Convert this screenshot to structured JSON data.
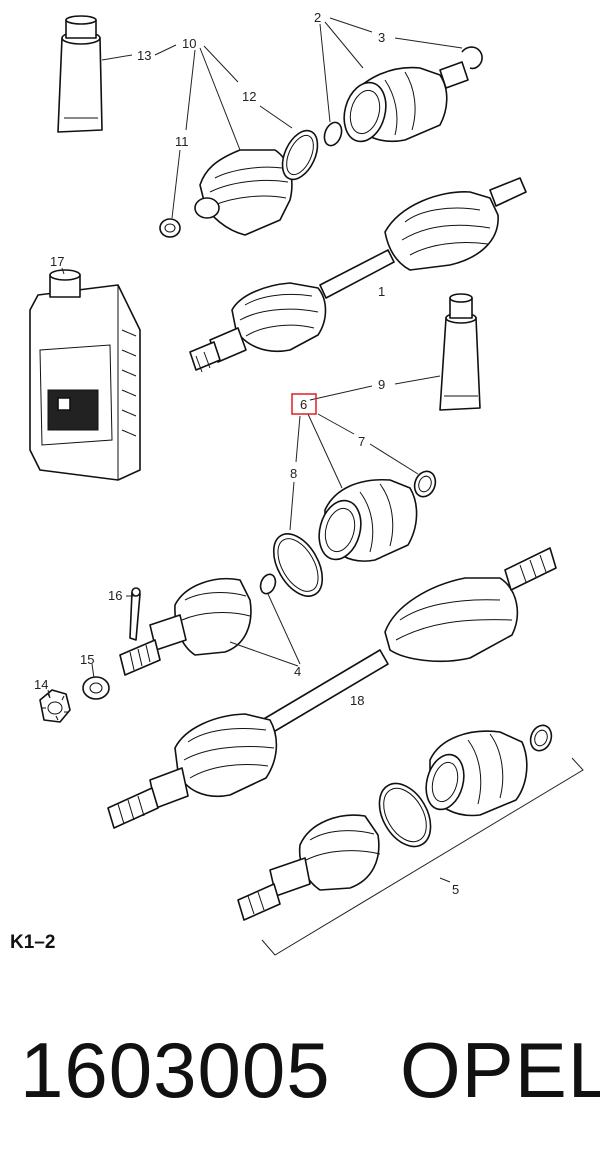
{
  "callouts": {
    "c1": "1",
    "c2": "2",
    "c3": "3",
    "c4": "4",
    "c5": "5",
    "c6": "6",
    "c7": "7",
    "c8": "8",
    "c9": "9",
    "c10": "10",
    "c11": "11",
    "c12": "12",
    "c13": "13",
    "c14": "14",
    "c15": "15",
    "c16": "16",
    "c17": "17",
    "c18": "18"
  },
  "highlight": {
    "callout": "6",
    "color": "#e02020"
  },
  "sheet_code": "K1–2",
  "footer": {
    "part_number": "1603005",
    "brand": "OPEL"
  }
}
